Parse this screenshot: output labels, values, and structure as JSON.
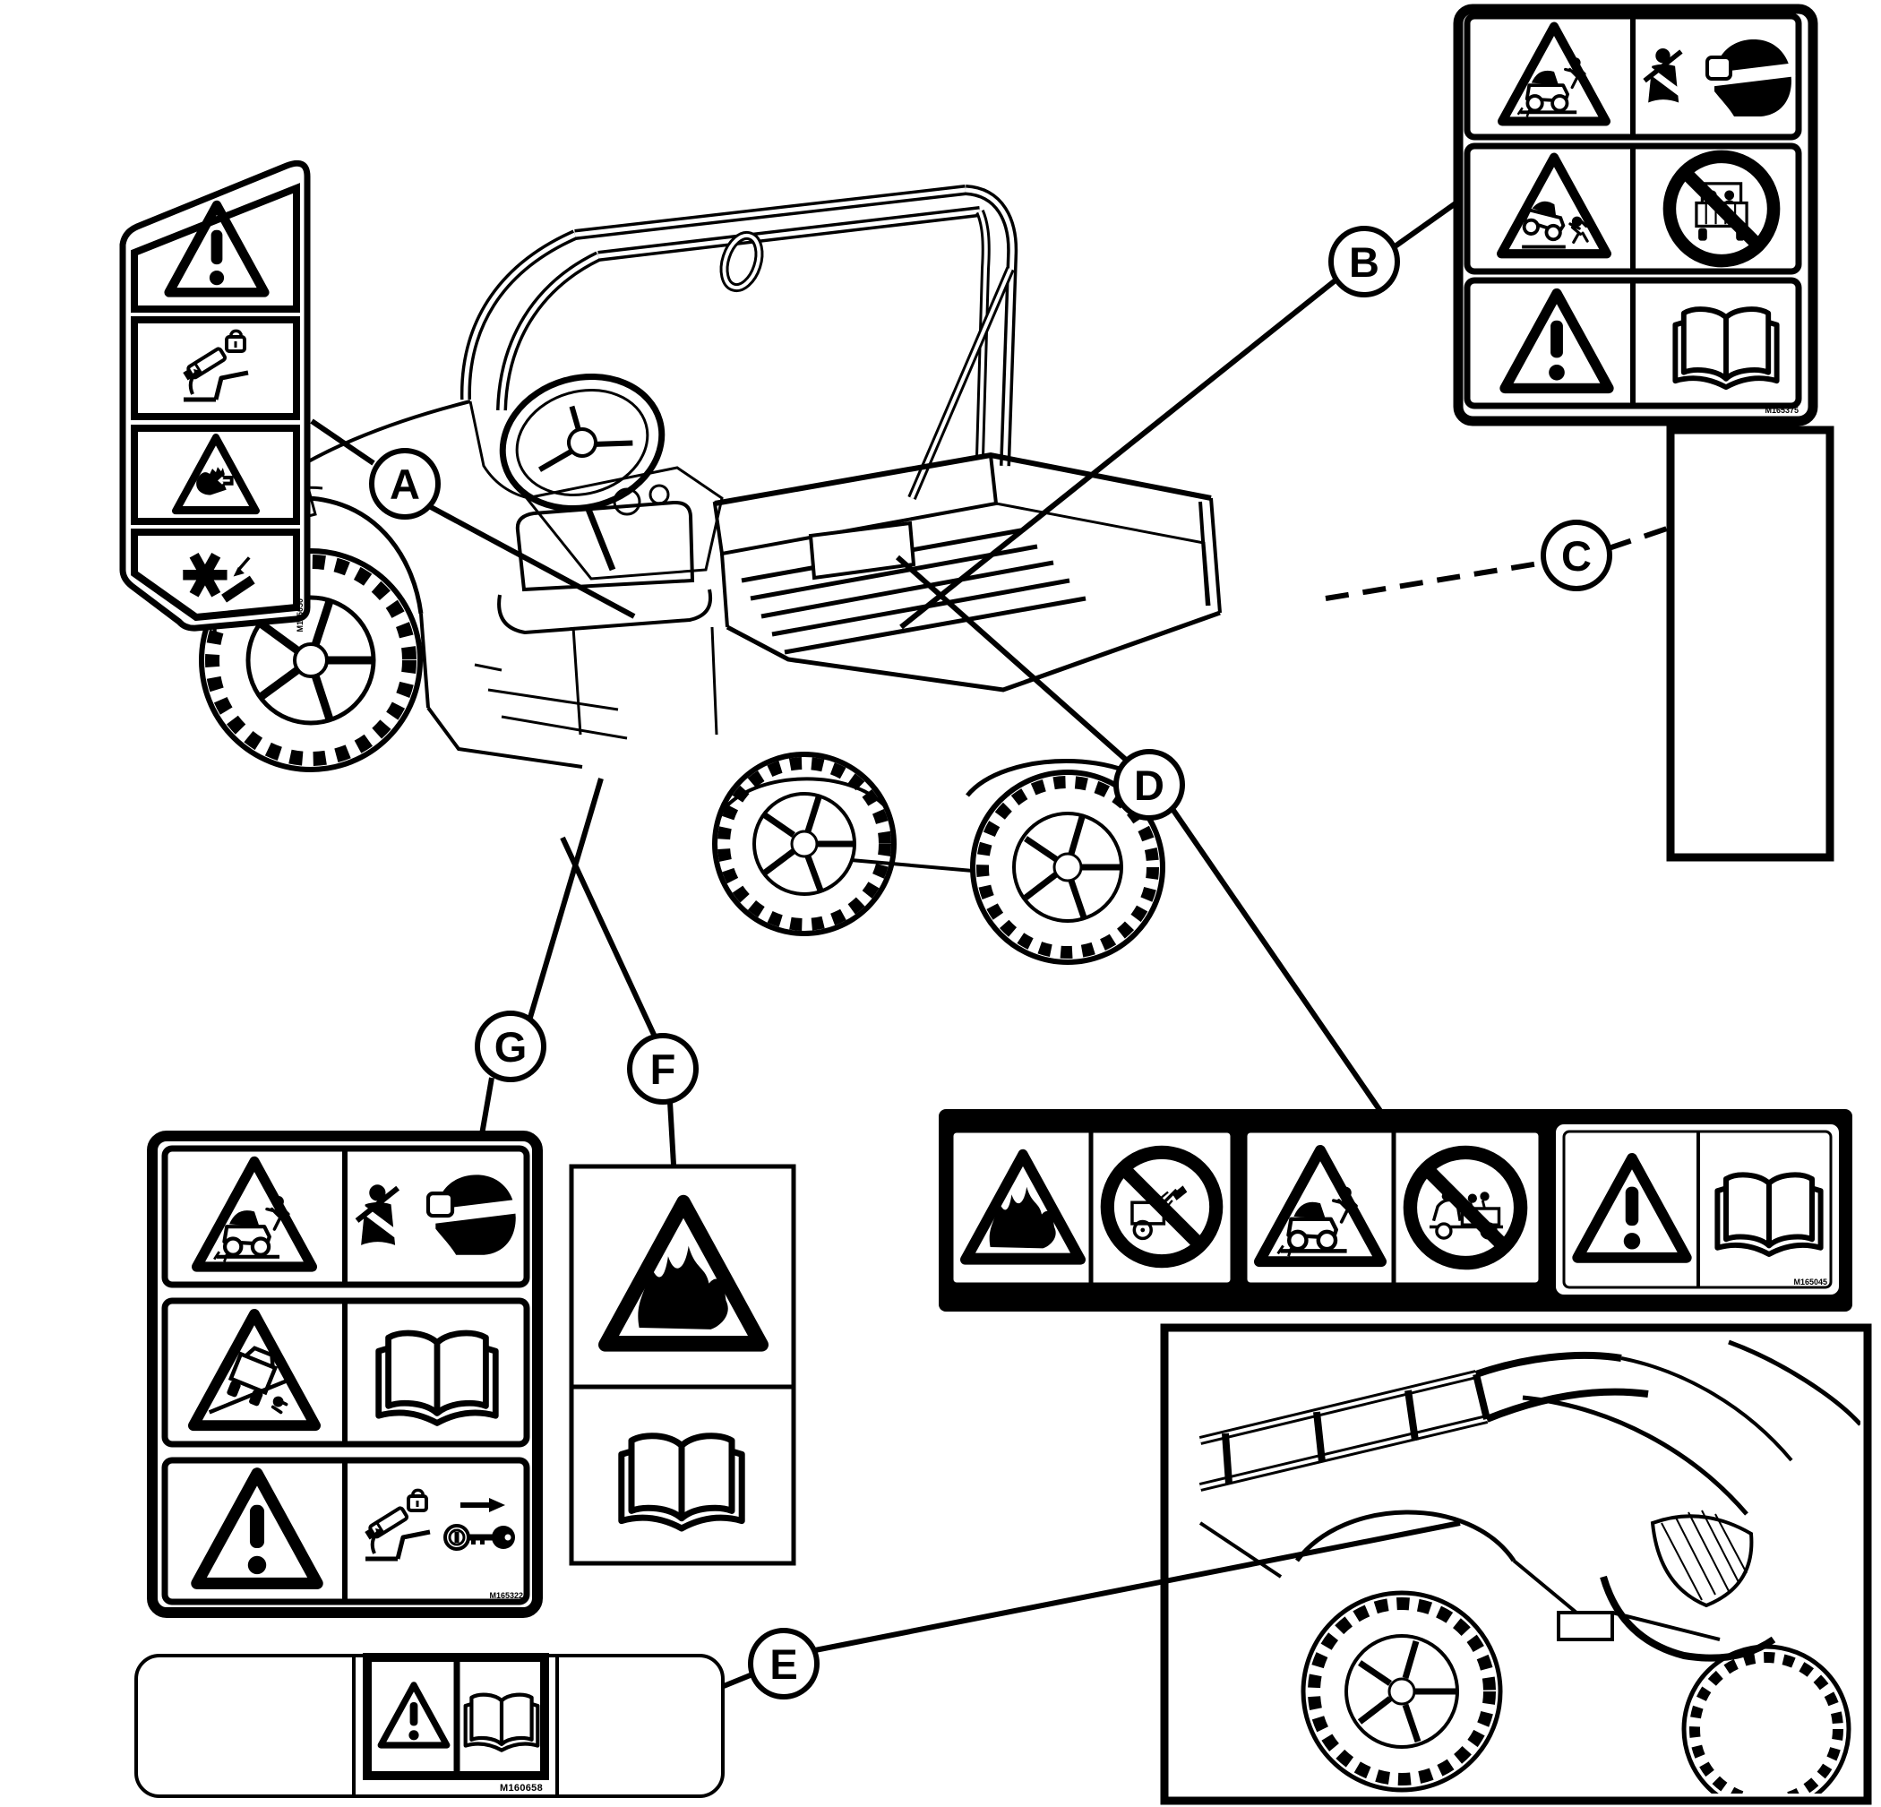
{
  "palette": {
    "ink": "#000000",
    "paper": "#ffffff"
  },
  "callouts": {
    "a": {
      "label": "A"
    },
    "b": {
      "label": "B"
    },
    "c": {
      "label": "C"
    },
    "d": {
      "label": "D"
    },
    "e": {
      "label": "E"
    },
    "f": {
      "label": "F"
    },
    "g": {
      "label": "G"
    }
  },
  "decals": {
    "a": {
      "code": "M165050",
      "panels": [
        "warning-exclamation-triangle",
        "cargo-box-tilt-prop-lock",
        "hand-pinch-hazard-triangle",
        "crush-point-arrow"
      ]
    },
    "b": {
      "code": "M165375",
      "rows": [
        {
          "left": "rollover-ejection-hazard-triangle",
          "right": [
            "seatbelt-person",
            "helmet"
          ]
        },
        {
          "left": "tipover-hazard-triangle",
          "right": [
            "no-passengers-in-cargo-box"
          ]
        },
        {
          "left": "warning-exclamation-triangle",
          "right": [
            "read-operators-manual-book"
          ]
        }
      ]
    },
    "c": {
      "code": "",
      "panels": [
        "blank-decal-outline"
      ]
    },
    "d": {
      "code": "M165045",
      "sections": [
        {
          "left": "fire-hazard-triangle",
          "right": [
            "no-pressure-washing"
          ]
        },
        {
          "left": "rollover-ejection-hazard-triangle",
          "right": [
            "no-riders-in-cargo-bed"
          ]
        },
        {
          "left": "warning-exclamation-triangle",
          "right": [
            "read-operators-manual-book"
          ]
        }
      ]
    },
    "e": {
      "code": "M160658",
      "rows": [
        {
          "left": "warning-exclamation-triangle",
          "right": [
            "read-operators-manual-book"
          ]
        }
      ]
    },
    "f": {
      "code": "",
      "panels": [
        "fire-hazard-triangle",
        "read-operators-manual-book"
      ]
    },
    "g": {
      "code": "M165322",
      "rows": [
        {
          "left": "rollover-ejection-hazard-triangle",
          "right": [
            "seatbelt-person",
            "helmet"
          ]
        },
        {
          "left": "sideways-tipover-hazard-triangle",
          "right": [
            "read-operators-manual-book"
          ]
        },
        {
          "left": "warning-exclamation-triangle",
          "right": [
            "cargo-box-tilt-prop-lock",
            "remove-key"
          ]
        }
      ]
    }
  }
}
